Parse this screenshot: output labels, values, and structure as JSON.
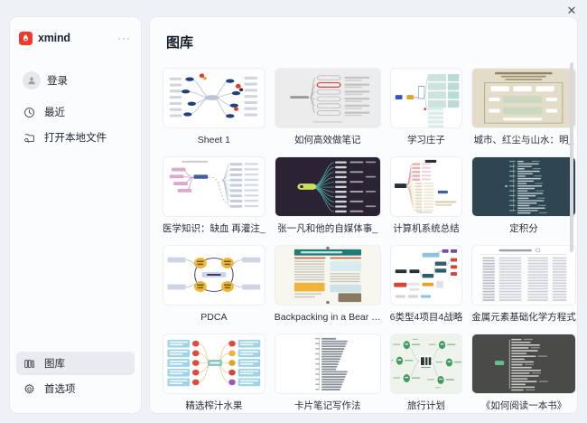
{
  "window": {
    "close_label": "✕"
  },
  "sidebar": {
    "brand": {
      "name": "xmind",
      "logo_icon": "xmind-logo-icon",
      "logo_color": "#ec3b2c"
    },
    "more_menu": {
      "label": "···",
      "icon": "more-horizontal-icon"
    },
    "account": {
      "label": "登录",
      "icon": "user-avatar-icon"
    },
    "items_top": [
      {
        "label": "最近",
        "icon": "clock-icon",
        "selected": false
      },
      {
        "label": "打开本地文件",
        "icon": "open-file-icon",
        "selected": false
      }
    ],
    "items_bottom": [
      {
        "label": "图库",
        "icon": "gallery-icon",
        "selected": true
      },
      {
        "label": "首选项",
        "icon": "gear-icon",
        "selected": false
      }
    ]
  },
  "main": {
    "title": "图库",
    "gallery": [
      {
        "label": "Sheet 1",
        "thumb": "sheet1",
        "bg": "#ffffff"
      },
      {
        "label": "如何高效做笔记",
        "thumb": "notes",
        "bg": "#ececec"
      },
      {
        "label": "学习庄子",
        "thumb": "zhuangzi",
        "bg": "#ffffff"
      },
      {
        "label": "城市、红尘与山水：明_",
        "thumb": "city",
        "bg": "#e3dcc8"
      },
      {
        "label": "医学知识：缺血 再灌注_",
        "thumb": "medical",
        "bg": "#ffffff"
      },
      {
        "label": "张一凡和他的自媒体事_",
        "thumb": "selfmedia",
        "bg": "#2b2334"
      },
      {
        "label": "计算机系统总结",
        "thumb": "computer",
        "bg": "#ffffff"
      },
      {
        "label": "定积分",
        "thumb": "integral",
        "bg": "#2d4652"
      },
      {
        "label": "PDCA",
        "thumb": "pdca",
        "bg": "#ffffff"
      },
      {
        "label": "Backpacking in a Bear …",
        "thumb": "backpacking",
        "bg": "#f7f7ef"
      },
      {
        "label": "6类型4项目4战略",
        "thumb": "strategy",
        "bg": "#ffffff"
      },
      {
        "label": "金属元素基础化学方程式",
        "thumb": "chemistry",
        "bg": "#ffffff"
      },
      {
        "label": "精选榨汁水果",
        "thumb": "juice",
        "bg": "#ffffff"
      },
      {
        "label": "卡片笔记写作法",
        "thumb": "cardnotes",
        "bg": "#ffffff"
      },
      {
        "label": "旅行计划",
        "thumb": "travel",
        "bg": "#eef3ec"
      },
      {
        "label": "《如何阅读一本书》",
        "thumb": "howtoread",
        "bg": "#4a4a48"
      }
    ]
  },
  "colors": {
    "accent": "#ec3b2c",
    "panel_bg": "#fbfcfd",
    "app_bg": "#eef1f5",
    "selected_bg": "#e9ebef",
    "text_primary": "#222a36"
  }
}
